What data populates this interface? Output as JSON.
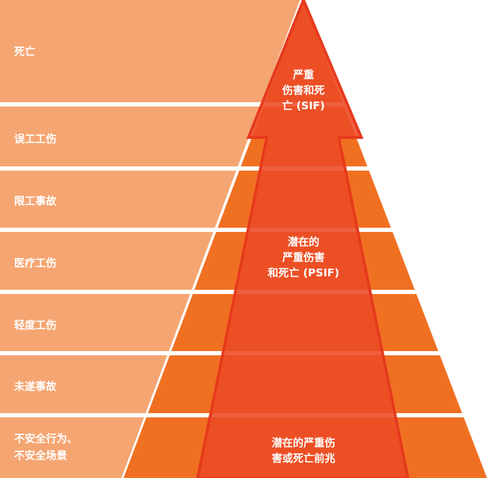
{
  "colors": {
    "panel": "#F5A571",
    "pyramid": "#F07022",
    "arrow": "#EC4A26",
    "arrow_edge": "#E63A1C"
  },
  "levels": [
    {
      "label": "死亡"
    },
    {
      "label": "误工工伤"
    },
    {
      "label": "限工事故"
    },
    {
      "label": "医疗工伤"
    },
    {
      "label": "轻度工伤"
    },
    {
      "label": "未遂事故"
    },
    {
      "label_line1": "不安全行为、",
      "label_line2": "不安全场景"
    }
  ],
  "center_labels": {
    "sif": {
      "line1": "严重",
      "line2": "伤害和死",
      "line3": "亡 (SIF)"
    },
    "psif": {
      "line1": "潜在的",
      "line2": "严重伤害",
      "line3": "和死亡 (PSIF)"
    },
    "precursor": {
      "line1": "潜在的严重伤",
      "line2": "害或死亡前兆"
    }
  }
}
